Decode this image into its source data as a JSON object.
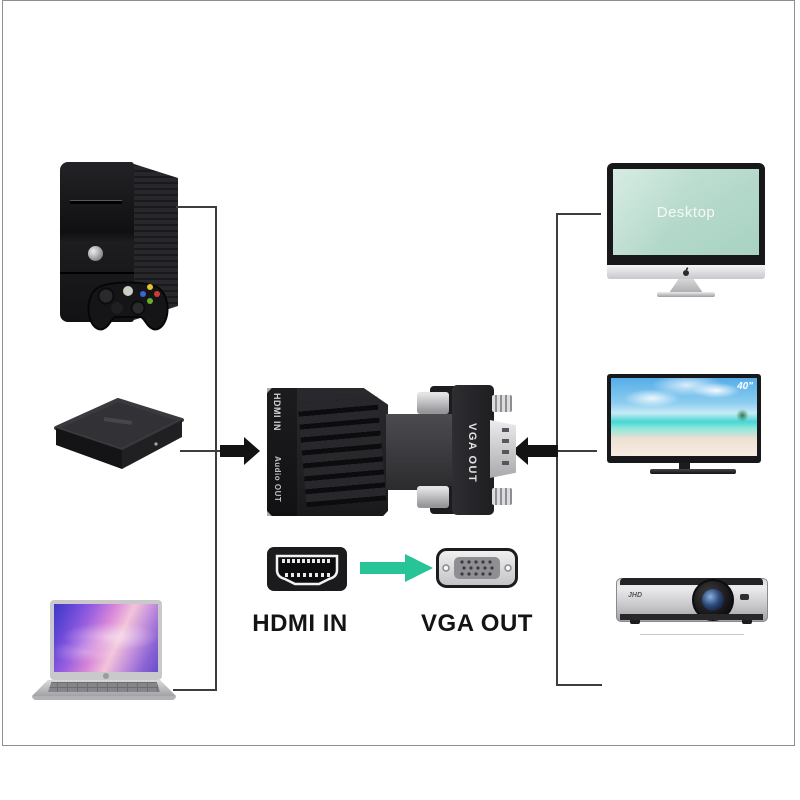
{
  "adapter": {
    "hdmi_in": "HDMI IN",
    "audio_out": "Audio OUT",
    "vga_out": "VGA OUT"
  },
  "legend": {
    "hdmi_in": "HDMI IN",
    "vga_out": "VGA OUT"
  },
  "monitor": {
    "screen_text": "Desktop"
  },
  "tv": {
    "size_badge": "40\""
  },
  "projector": {
    "brand": "JHD"
  },
  "colors": {
    "arrow_black": "#131313",
    "arrow_green": "#27c498",
    "connector_line": "#3d3d3d",
    "image_border": "#8e8e8e",
    "monitor_screen": "#b7dbcd"
  }
}
